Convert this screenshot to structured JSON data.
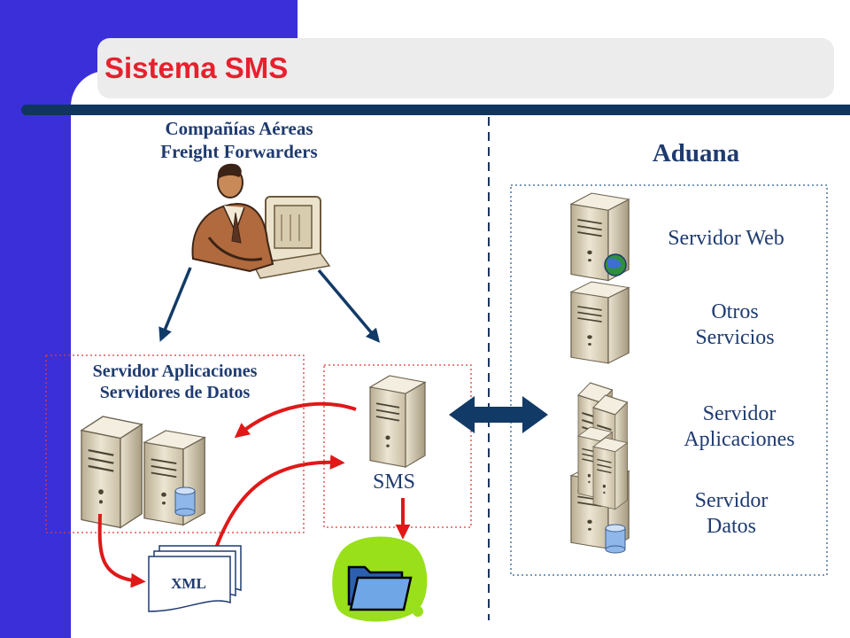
{
  "slide": {
    "title": "Sistema SMS"
  },
  "airlines": {
    "line1": "Compañías Aéreas",
    "line2": "Freight Forwarders"
  },
  "customs": {
    "title": "Aduana",
    "web_server": "Servidor Web",
    "other_services_line1": "Otros",
    "other_services_line2": "Servicios",
    "app_server_line1": "Servidor",
    "app_server_line2": "Aplicaciones",
    "data_server_line1": "Servidor",
    "data_server_line2": "Datos"
  },
  "local": {
    "app_servers": "Servidor Aplicaciones",
    "data_servers": "Servidores de Datos",
    "sms": "SMS",
    "xml": "XML"
  },
  "colors": {
    "band": "#3a2fd8",
    "title_red": "#e8202e",
    "rule_navy": "#10355e",
    "label_navy": "#1f3b70",
    "arrow_red": "#e01818",
    "arrow_navy": "#123a66",
    "folder_green": "#99e01a"
  }
}
